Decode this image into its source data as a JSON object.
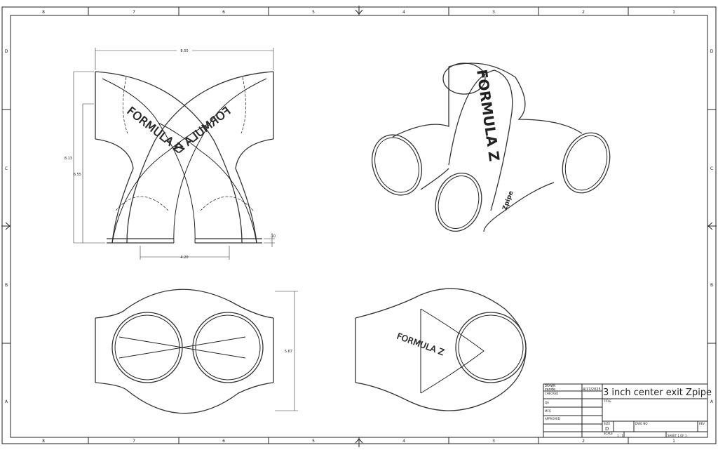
{
  "border": {
    "columns": [
      "8",
      "7",
      "6",
      "5",
      "4",
      "3",
      "2",
      "1"
    ],
    "rows": [
      "D",
      "C",
      "B",
      "A"
    ]
  },
  "dimensions": {
    "overall_width": "8.50",
    "overall_height": "8.13",
    "inner_height": "6.55",
    "flange_thickness": ".10",
    "outlet_spacing": "4.20",
    "top_view_depth": "5.67"
  },
  "iso_view": {
    "logo_text": "FORMULA Z",
    "side_text": "Zpipe"
  },
  "title_block": {
    "drawn_label": "DRAWN",
    "drawn_by": "zande",
    "drawn_date": "4/17/2025",
    "checked_label": "CHECKED",
    "qa_label": "QA",
    "mfg_label": "MFG",
    "approved_label": "APPROVED",
    "drawing_title": "3 inch center exit Zpipe",
    "title_label": "TITLE",
    "size_label": "SIZE",
    "size_value": "D",
    "dwg_no_label": "DWG NO",
    "rev_label": "REV",
    "scale_label": "SCALE",
    "scale_value": "1 : 1",
    "sheet_label": "SHEET 1  OF 1"
  }
}
